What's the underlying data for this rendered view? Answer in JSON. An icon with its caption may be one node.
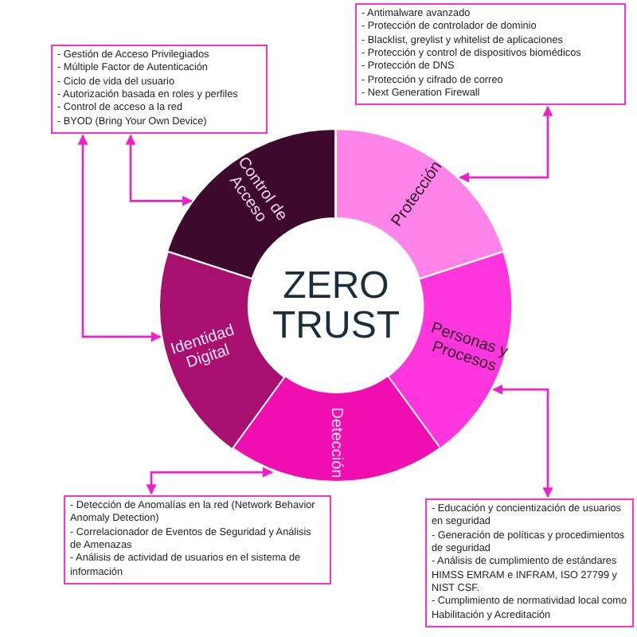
{
  "diagram": {
    "nodes": [
      {
        "text": [
          "ZERO TRUST"
        ]
      },
      {
        "text": [
          "Control de Acceso"
        ]
      },
      {
        "text": [
          "Protección"
        ]
      },
      {
        "text": [
          "Personas y Procesos"
        ]
      },
      {
        "text": [
          "Detección"
        ]
      },
      {
        "text": [
          "Identidad Digital"
        ]
      },
      {
        "text": [
          "- Gestión de Acceso Privilegiados",
          "- Múltiple Factor de Autenticación",
          "- Ciclo de vida del usuario",
          "- Autorización basada en roles y perfiles",
          "- Control de acceso a la red",
          "- BYOD (Bring Your Own Device)"
        ]
      },
      {
        "text": [
          "- Antimalware avanzado",
          "- Protección de controlador de dominio",
          "- Blacklist, greylist y whitelist de aplicaciones",
          "- Protección y control de dispositivos biomédicos",
          "- Protección de DNS",
          "- Protección y cifrado de correo",
          "- Next Generation Firewall"
        ]
      },
      {
        "text": [
          "- Detección de Anomalías en la red (Network Behavior Anomaly Detection)",
          "- Correlacionador de Eventos de Seguridad y Análisis de Amenazas",
          "- Análisis de actividad de usuarios en el sistema de información"
        ]
      },
      {
        "text": [
          "- Educación y concientización de usuarios en seguridad",
          "- Generación de políticas y procedimientos de seguridad",
          "- Análisis de cumplimiento de estándares HIMSS EMRAM e INFRAM, ISO 27799 y NIST CSF.",
          "- Cumplimiento de normatividad local como Habilitación y Acreditación"
        ]
      }
    ],
    "edges": [
      {
        "from": 1,
        "to": 6,
        "arrow": "both"
      },
      {
        "from": 5,
        "to": 6,
        "arrow": "both"
      },
      {
        "from": 2,
        "to": 7,
        "arrow": "both"
      },
      {
        "from": 3,
        "to": 9,
        "arrow": "both"
      },
      {
        "from": 4,
        "to": 8,
        "arrow": "both"
      }
    ]
  }
}
